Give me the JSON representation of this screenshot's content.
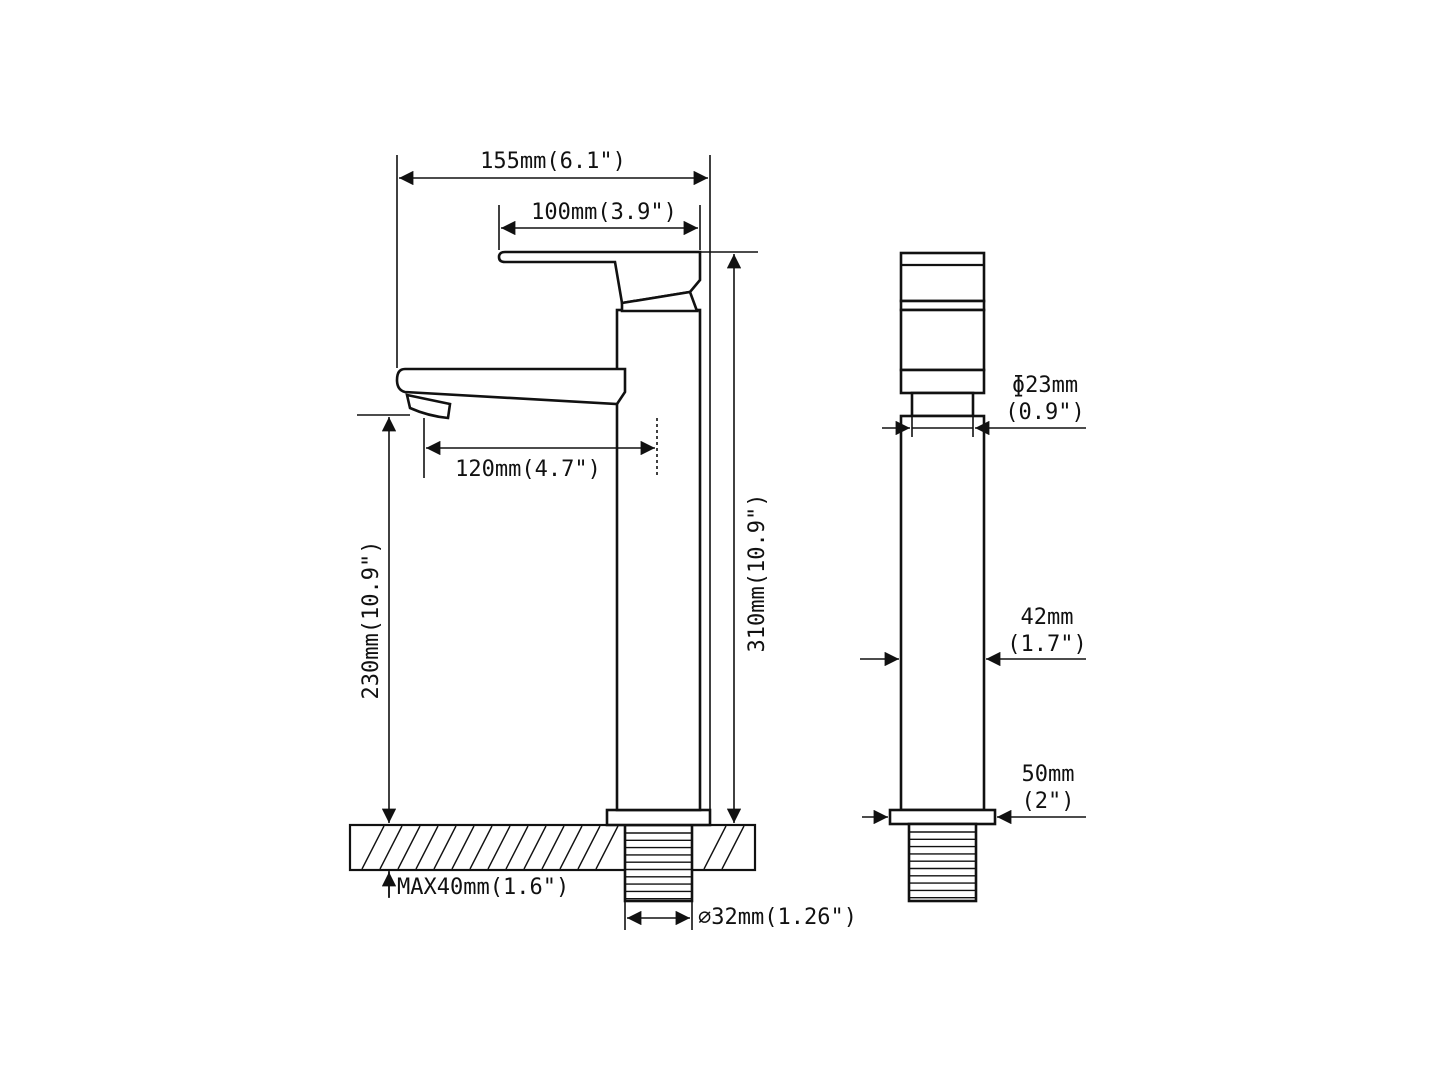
{
  "dimensions": {
    "overall_length": "155mm(6.1\")",
    "handle_length": "100mm(3.9\")",
    "spout_reach": "120mm(4.7\")",
    "spout_height": "230mm(10.9\")",
    "total_height": "310mm(10.9\")",
    "max_deck_thickness": "MAX40mm(1.6\")",
    "shank_diameter": "∅32mm(1.26\")",
    "cartridge_diameter_mm": "ɸ23mm",
    "cartridge_diameter_in": "(0.9\")",
    "body_width_mm": "42mm",
    "body_width_in": "(1.7\")",
    "base_width_mm": "50mm",
    "base_width_in": "(2\")"
  },
  "colors": {
    "line": "#111111",
    "background": "#ffffff"
  }
}
